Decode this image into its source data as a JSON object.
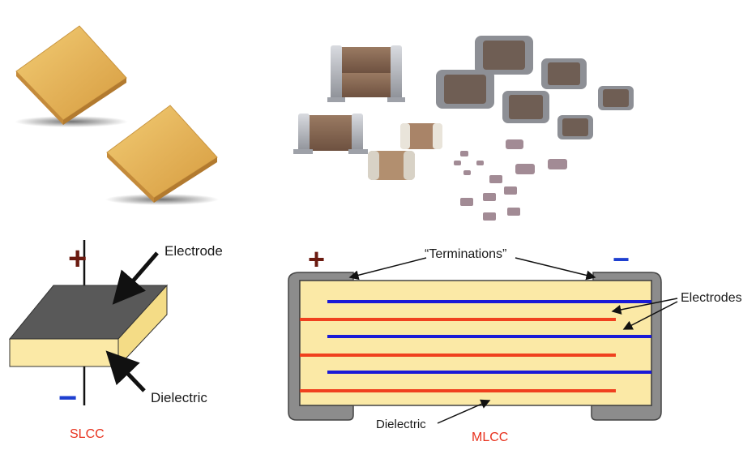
{
  "slcc": {
    "plus_sign": "+",
    "minus_sign": "−",
    "electrode_label": "Electrode",
    "dielectric_label": "Dielectric",
    "caption": "SLCC"
  },
  "mlcc": {
    "plus_sign": "+",
    "minus_sign": "−",
    "terminations_label": "“Terminations”",
    "electrodes_label": "Electrodes",
    "dielectric_label": "Dielectric",
    "caption": "MLCC"
  },
  "colors": {
    "dielectric": "#fbe9a6",
    "electrode_top": "#5a5a5a",
    "termination": "#8c8c8c",
    "blue_electrode": "#1a1ad6",
    "red_electrode": "#f0401e",
    "plus": "#6b1a10",
    "minus": "#1e3fd0",
    "caption": "#e8321e",
    "gold_chip": "#e0b35a"
  }
}
